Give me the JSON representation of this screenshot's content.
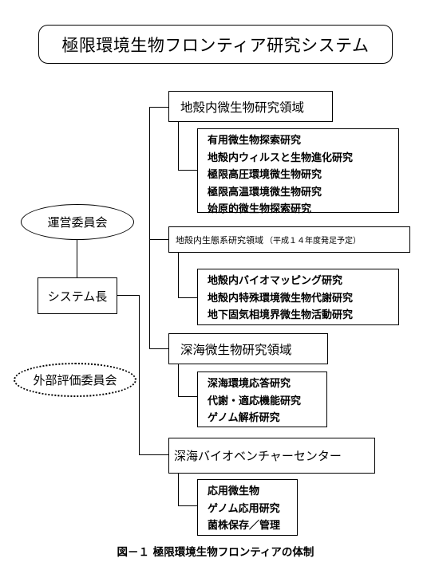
{
  "title": "極限環境生物フロンティア研究システム",
  "committee": "運営委員会",
  "head": "システム長",
  "external": "外部評価委員会",
  "areas": [
    {
      "label": "地殻内微生物研究領域",
      "note": "",
      "items": [
        "有用微生物探索研究",
        "地殻内ウィルスと生物進化研究",
        "極限高圧環境微生物研究",
        "極限高温環境微生物研究",
        "始原的微生物探索研究"
      ]
    },
    {
      "label": "地殻内生態系研究領域",
      "note": "（平成１４年度発足予定）",
      "items": [
        "地殻内バイオマッピング研究",
        "地殻内特殊環境微生物代謝研究",
        "地下固気相境界微生物活動研究"
      ]
    },
    {
      "label": "深海微生物研究領域",
      "note": "",
      "items": [
        "深海環境応答研究",
        "代謝・適応機能研究",
        "ゲノム解析研究"
      ]
    },
    {
      "label": "深海バイオベンチャーセンター",
      "note": "",
      "items": [
        "応用微生物",
        "ゲノム応用研究",
        "菌株保存／管理"
      ]
    }
  ],
  "caption": "図－１ 極限環境生物フロンティアの体制"
}
